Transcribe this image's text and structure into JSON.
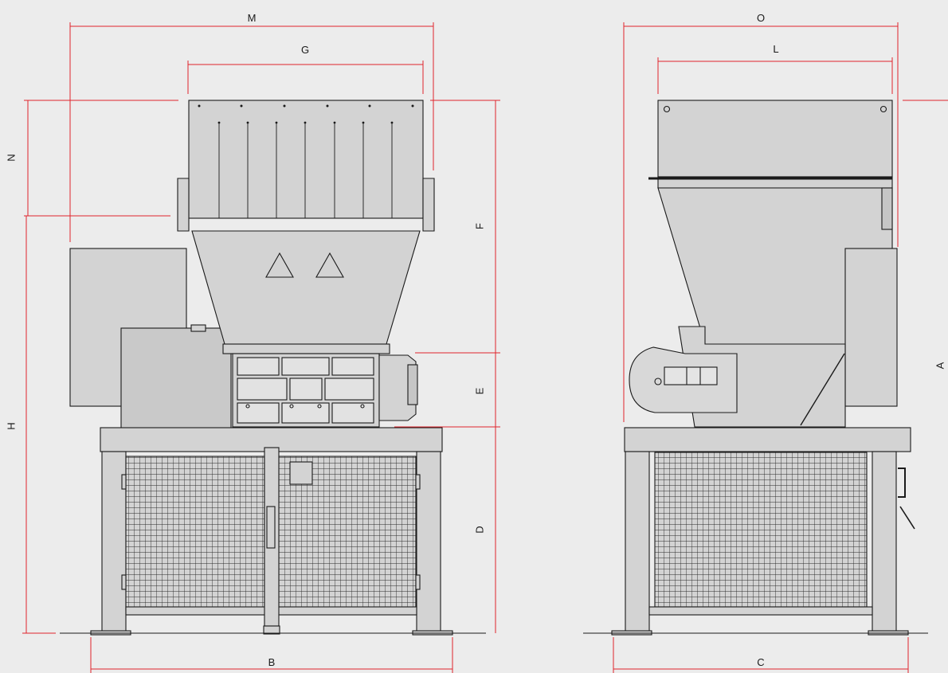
{
  "labels": {
    "M": "M",
    "G": "G",
    "N": "N",
    "H": "H",
    "F": "F",
    "E": "E",
    "D": "D",
    "B": "B",
    "O": "O",
    "L": "L",
    "A": "A",
    "C": "C"
  },
  "colors": {
    "background": "#ececec",
    "machine_fill": "#d3d3d3",
    "machine_fill_dark": "#c6c6c6",
    "outline": "#1a1a1a",
    "dimension_line": "#e0242b",
    "mesh": "#2a2a2a"
  }
}
